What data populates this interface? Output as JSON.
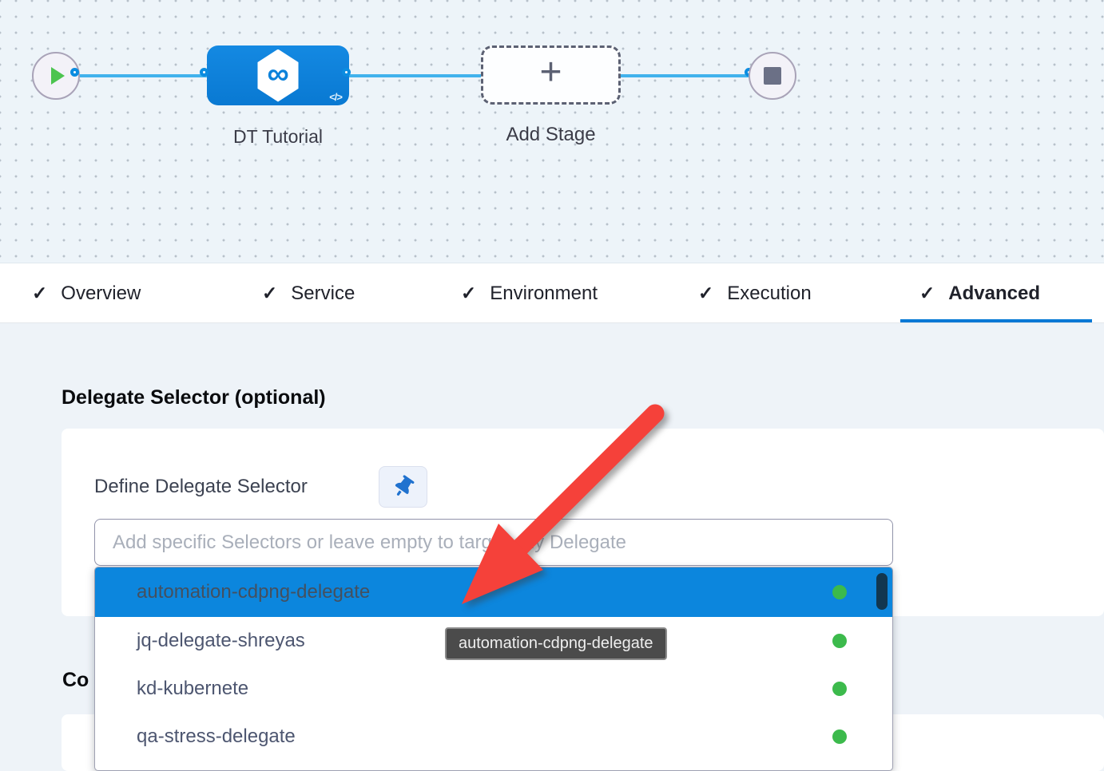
{
  "icons": {
    "check": "✓",
    "plus": "+",
    "infinity_logo": "∞",
    "code": "</>"
  },
  "pipeline_canvas": {
    "stage": {
      "label": "DT Tutorial"
    },
    "add_stage": {
      "label": "Add Stage"
    }
  },
  "tabs": [
    {
      "label": "Overview",
      "checked": true,
      "active": false
    },
    {
      "label": "Service",
      "checked": true,
      "active": false
    },
    {
      "label": "Environment",
      "checked": true,
      "active": false
    },
    {
      "label": "Execution",
      "checked": true,
      "active": false
    },
    {
      "label": "Advanced",
      "checked": true,
      "active": true
    }
  ],
  "advanced_tab": {
    "section_heading": "Delegate Selector (optional)",
    "field_label": "Define Delegate Selector",
    "input_value": "",
    "input_placeholder": "Add specific Selectors or leave empty to target any Delegate",
    "truncated_heading": "Co"
  },
  "delegate_dropdown": {
    "options": [
      {
        "label": "automation-cdpng-delegate",
        "status": "connected",
        "highlighted": true
      },
      {
        "label": "jq-delegate-shreyas",
        "status": "connected",
        "highlighted": false
      },
      {
        "label": "kd-kubernete",
        "status": "connected",
        "highlighted": false
      },
      {
        "label": "qa-stress-delegate",
        "status": "connected",
        "highlighted": false
      }
    ]
  },
  "tooltip": {
    "text": "automation-cdpng-delegate"
  },
  "colors": {
    "accent_blue": "#0278d5",
    "highlight_blue": "#0c86dd",
    "node_blue": "#0d84dc",
    "connector_blue": "#41b2ec",
    "status_green": "#3cba4c",
    "arrow_red": "#f5413a",
    "canvas_bg": "#edf4f9",
    "content_bg": "#eef3f8",
    "tooltip_bg": "#4b4b4b"
  }
}
